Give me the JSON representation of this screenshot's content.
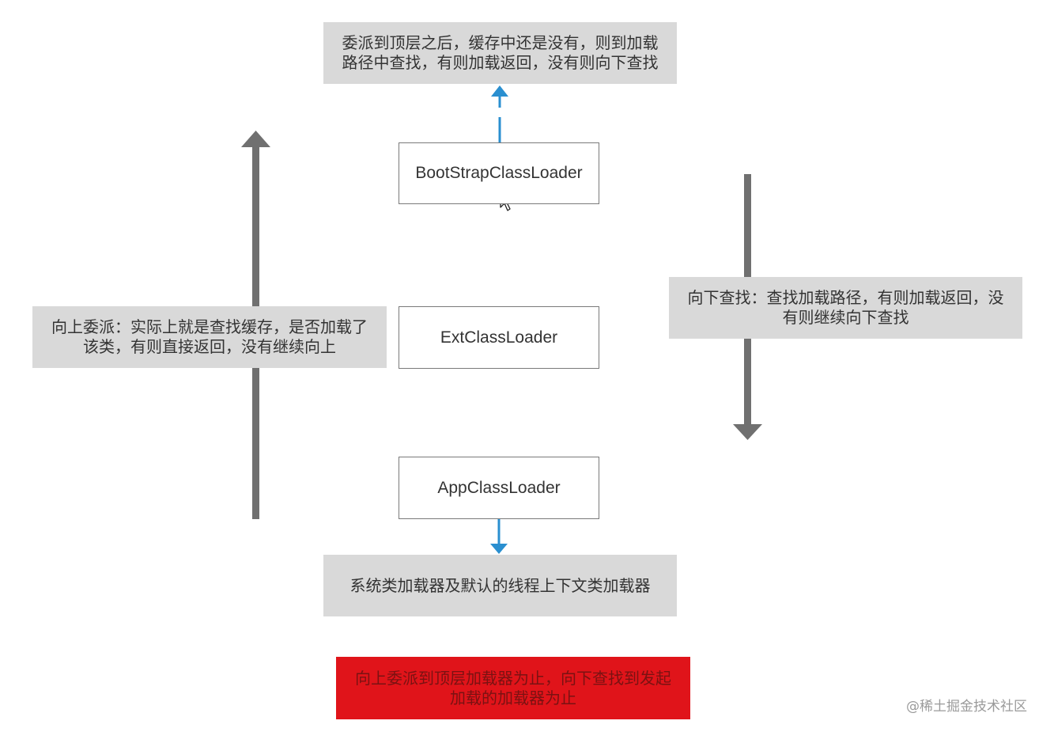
{
  "top_note": {
    "line1": "委派到顶层之后，缓存中还是没有，则到加载",
    "line2": "路径中查找，有则加载返回，没有则向下查找"
  },
  "loaders": {
    "bootstrap": "BootStrapClassLoader",
    "ext": "ExtClassLoader",
    "app": "AppClassLoader"
  },
  "left_note": {
    "line1": "向上委派：实际上就是查找缓存，是否加载了",
    "line2": "该类，有则直接返回，没有继续向上"
  },
  "right_note": {
    "line1": "向下查找：查找加载路径，有则加载返回，没",
    "line2": "有则继续向下查找"
  },
  "bottom_note": {
    "text": "系统类加载器及默认的线程上下文类加载器"
  },
  "red_note": {
    "line1": "向上委派到顶层加载器为止，向下查找到发起",
    "line2": "加载的加载器为止"
  },
  "watermark": "@稀土掘金技术社区",
  "colors": {
    "note_bg": "#d9d9d9",
    "gray_arrow": "#707070",
    "blue_arrow": "#2a8fd0",
    "red_box": "#e0141a"
  }
}
